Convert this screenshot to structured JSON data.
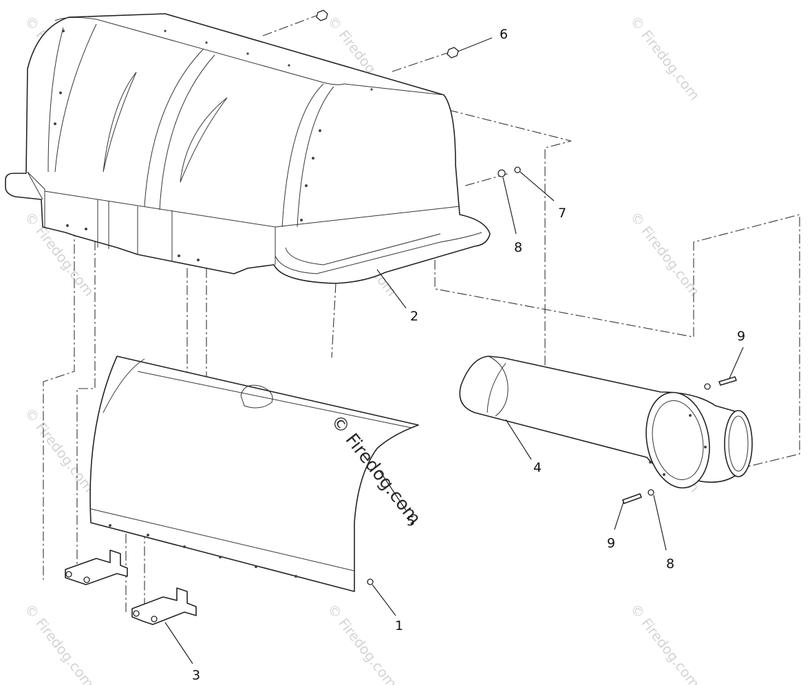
{
  "callouts": [
    "6",
    "7",
    "8",
    "2",
    "9",
    "4",
    "5",
    "1",
    "3",
    "9",
    "8"
  ],
  "watermark_corner": "© Firedog.com",
  "watermark_center": "© Firedog.com"
}
